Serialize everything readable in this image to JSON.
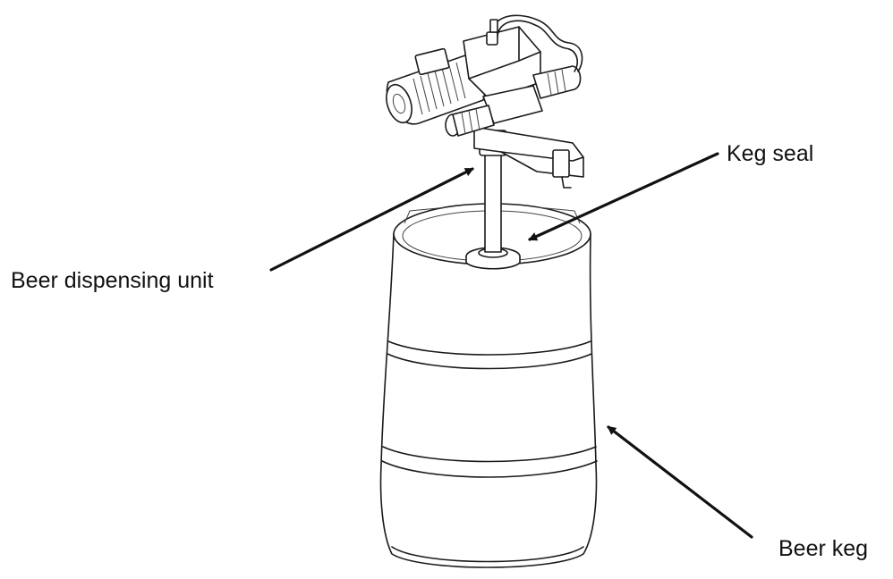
{
  "labels": {
    "dispensing_unit": "Beer dispensing  unit",
    "keg_seal": "Keg seal",
    "beer_keg": "Beer keg"
  },
  "colors": {
    "line": "#1a1a1a",
    "text": "#111111",
    "background": "#ffffff"
  }
}
